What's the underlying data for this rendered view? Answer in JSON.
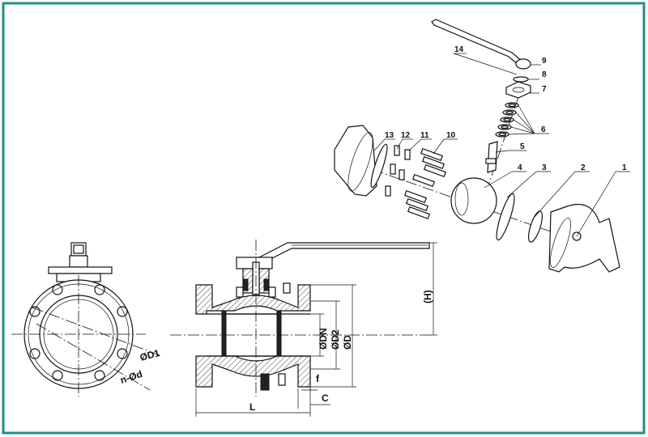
{
  "colors": {
    "frame": "#1f8f86",
    "ink": "#111111"
  },
  "front_view": {
    "dim_d1": "ØD1",
    "dim_nd": "n-Ød"
  },
  "section_view": {
    "dim_h": "(H)",
    "dim_dn": "ØDN",
    "dim_d2": "ØD2",
    "dim_d": "ØD",
    "dim_f": "f",
    "dim_c": "C",
    "dim_l": "L"
  },
  "exploded_view": {
    "part_numbers": [
      "1",
      "2",
      "3",
      "4",
      "5",
      "6",
      "7",
      "8",
      "9",
      "10",
      "11",
      "12",
      "13",
      "14"
    ]
  }
}
